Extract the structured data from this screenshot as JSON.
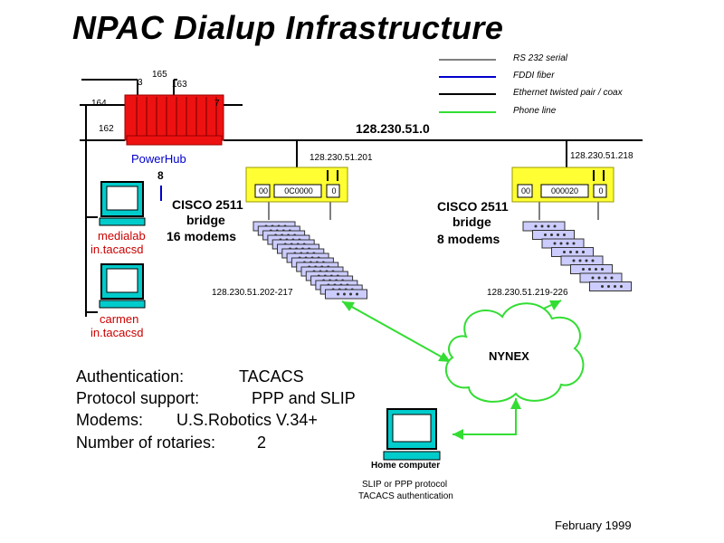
{
  "title": "NPAC  Dialup  Infrastructure",
  "legend": [
    {
      "label": "RS 232 serial",
      "color": "#808080"
    },
    {
      "label": "FDDI fiber",
      "color": "#0000cc"
    },
    {
      "label": "Ethernet twisted pair / coax",
      "color": "#000000"
    },
    {
      "label": "Phone line",
      "color": "#33dd33"
    }
  ],
  "colors": {
    "hub": "#ee1111",
    "cisco": "#ffff33",
    "modem": "#ccccff",
    "monitor": "#00cccc",
    "phone": "#33dd33",
    "fddi": "#0000cc"
  },
  "hub": {
    "name": "PowerHub",
    "ports": {
      "p3": "3",
      "p165": "165",
      "p163": "163",
      "p164": "164",
      "p7": "7",
      "p162": "162",
      "p8": "8"
    }
  },
  "network": "128.230.51.0",
  "left_cisco": {
    "ip": "128.230.51.201",
    "name": "CISCO 2511",
    "role": "bridge",
    "modems": "16   modems",
    "modem_range": "128.230.51.202-217",
    "ports": [
      "00",
      "0C0000",
      "0"
    ]
  },
  "right_cisco": {
    "ip": "128.230.51.218",
    "name": "CISCO 2511",
    "role": "bridge",
    "modems": "8   modems",
    "modem_range": "128.230.51.219-226",
    "ports": [
      "00",
      "000020",
      "0"
    ]
  },
  "hosts": [
    {
      "name": "medialab",
      "domain": "in.tacacsd"
    },
    {
      "name": "carmen",
      "domain": "in.tacacsd"
    }
  ],
  "cloud_label": "NYNEX",
  "home": {
    "label": "Home computer",
    "protocol": "SLIP  or PPP protocol",
    "auth": "TACACS authentication"
  },
  "info": {
    "auth_label": "Authentication:",
    "auth_value": "TACACS",
    "proto_label": "Protocol support:",
    "proto_value": "PPP and SLIP",
    "modems_label": "Modems:",
    "modems_value": "U.S.Robotics   V.34+",
    "rot_label": "Number of rotaries:",
    "rot_value": "2"
  },
  "date": "February 1999"
}
